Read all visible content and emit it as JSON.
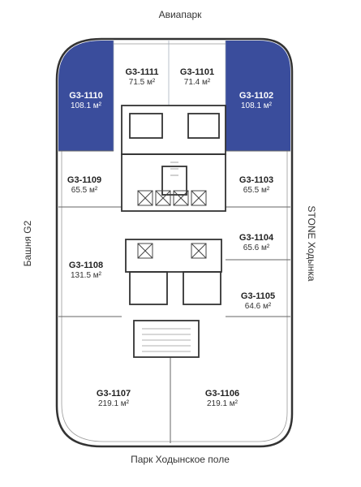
{
  "directions": {
    "north": "Авиапарк",
    "south": "Парк Ходынское поле",
    "west": "Башня G2",
    "east": "STONE Ходынка"
  },
  "colors": {
    "highlight": "#3a4d9c",
    "walls": "#333333",
    "grid": "#9aa5b5"
  },
  "units": [
    {
      "id": "G3-1111",
      "area": "71.5 м²"
    },
    {
      "id": "G3-1101",
      "area": "71.4 м²"
    },
    {
      "id": "G3-1110",
      "area": "108.1 м²",
      "highlighted": true
    },
    {
      "id": "G3-1102",
      "area": "108.1 м²",
      "highlighted": true
    },
    {
      "id": "G3-1109",
      "area": "65.5 м²"
    },
    {
      "id": "G3-1103",
      "area": "65.5 м²"
    },
    {
      "id": "G3-1104",
      "area": "65.6 м²"
    },
    {
      "id": "G3-1108",
      "area": "131.5 м²"
    },
    {
      "id": "G3-1105",
      "area": "64.6 м²"
    },
    {
      "id": "G3-1107",
      "area": "219.1 м²"
    },
    {
      "id": "G3-1106",
      "area": "219.1 м²"
    }
  ]
}
